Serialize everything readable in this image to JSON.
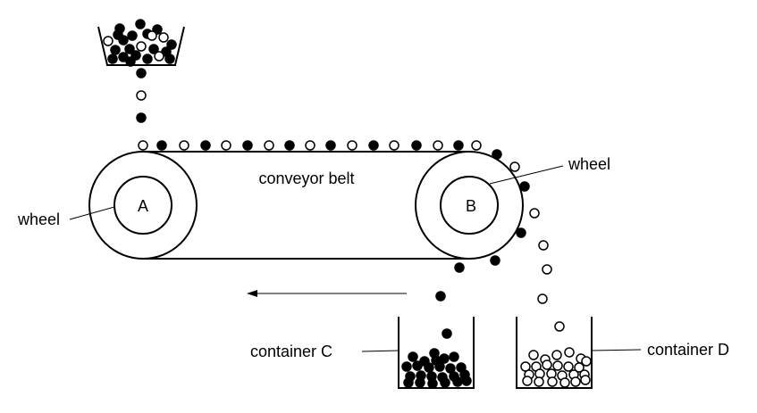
{
  "labels": {
    "wheel_left": "wheel",
    "wheel_right": "wheel",
    "wheel_a": "A",
    "wheel_b": "B",
    "belt": "conveyor belt",
    "container_c": "container C",
    "container_d": "container D"
  },
  "colors": {
    "stroke": "#000000",
    "black_ball": "#000000",
    "white_ball": "#ffffff"
  }
}
